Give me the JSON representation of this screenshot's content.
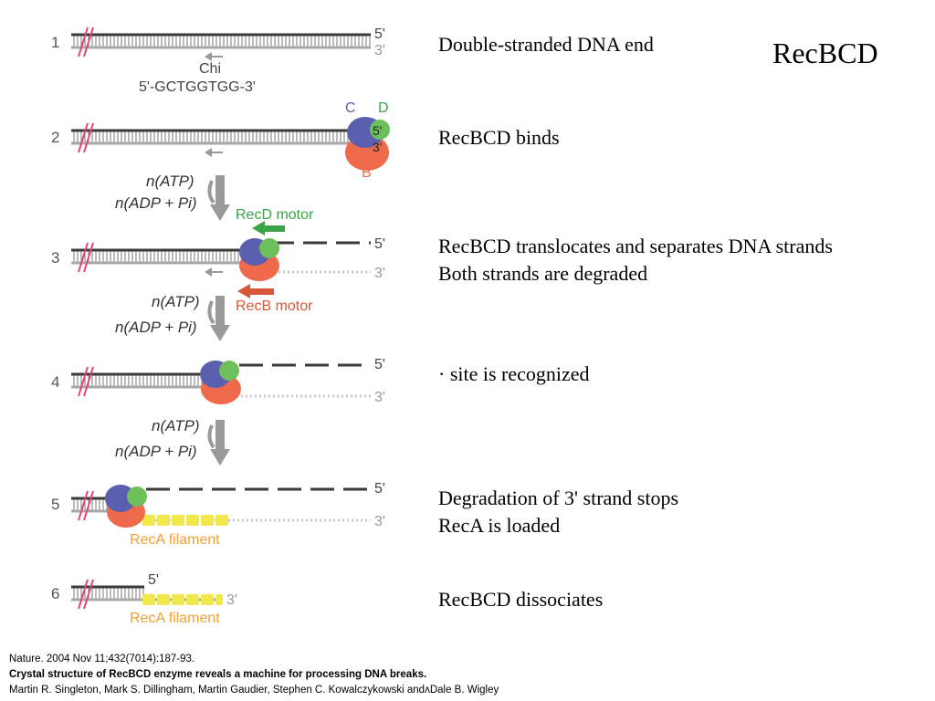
{
  "title": "RecBCD",
  "steps": [
    {
      "number": "1",
      "lines": [
        "Double-stranded DNA end"
      ]
    },
    {
      "number": "2",
      "lines": [
        "RecBCD binds"
      ]
    },
    {
      "number": "3",
      "lines": [
        "RecBCD translocates and separates DNA strands",
        "Both strands are degraded"
      ]
    },
    {
      "number": "4",
      "lines": [
        "·  site is recognized"
      ]
    },
    {
      "number": "5",
      "lines": [
        "Degradation of 3' strand stops",
        "RecA is loaded"
      ]
    },
    {
      "number": "6",
      "lines": [
        "RecBCD dissociates"
      ]
    }
  ],
  "diagram_labels": {
    "five_prime": "5'",
    "three_prime": "3'",
    "chi": "Chi",
    "chi_sequence": "5'-GCTGGTGG-3'",
    "subunit_c": "C",
    "subunit_d": "D",
    "subunit_b": "B",
    "atp": "n(ATP)",
    "adp": "n(ADP + Pi)",
    "recd_motor": "RecD motor",
    "recb_motor": "RecB motor",
    "reca_filament": "RecA filament"
  },
  "colors": {
    "recC": "#5a5fb0",
    "recD": "#6cbf5a",
    "recB": "#ef6a4a",
    "reca": "#f2e84c",
    "reca_label": "#f2a134",
    "recd_motor": "#3aa548",
    "recb_motor": "#d9583a",
    "break_marks": "#e0457a",
    "dna_top": "#3a3a3a",
    "dna_bottom": "#a8a8a8"
  },
  "citation": {
    "line1": "Nature. 2004 Nov 11;432(7014):187-93.",
    "line2": "Crystal structure of RecBCD enzyme reveals a machine for processing DNA breaks.",
    "line3": "Martin R. Singleton, Mark S. Dillingham, Martin Gaudier, Stephen C. Kowalczykowski andʌDale B. Wigley"
  }
}
